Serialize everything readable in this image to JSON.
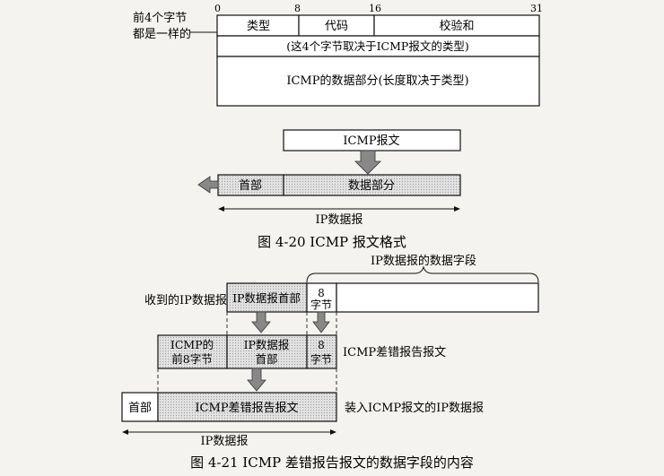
{
  "fig20": {
    "header_note_1": "前4个字节",
    "header_note_2": "都是一样的",
    "bit_0": "0",
    "bit_8": "8",
    "bit_16": "16",
    "bit_31": "31",
    "field_type": "类型",
    "field_code": "代码",
    "field_checksum": "校验和",
    "field_depends": "(这4个字节取决于ICMP报文的类型)",
    "field_data": "ICMP的数据部分(长度取决于类型)",
    "icmp_message": "ICMP报文",
    "header": "首部",
    "data_part": "数据部分",
    "ip_datagram": "IP数据报",
    "caption": "图 4-20    ICMP 报文格式"
  },
  "fig21": {
    "ip_data_field": "IP数据报的数据字段",
    "received_ip": "收到的IP数据报",
    "ip_header": "IP数据报首部",
    "eight": "8",
    "bytes": "字节",
    "icmp_first_1": "ICMP的",
    "icmp_first_2": "前8字节",
    "ip_dgram_line1": "IP数据报",
    "ip_dgram_line2": "首部",
    "icmp_error_label": "ICMP差错报告报文",
    "header": "首部",
    "icmp_error_msg": "ICMP差错报告报文",
    "container_label": "装入ICMP报文的IP数据报",
    "ip_datagram": "IP数据报",
    "caption": "图 4-21    ICMP 差错报告报文的数据字段的内容"
  }
}
